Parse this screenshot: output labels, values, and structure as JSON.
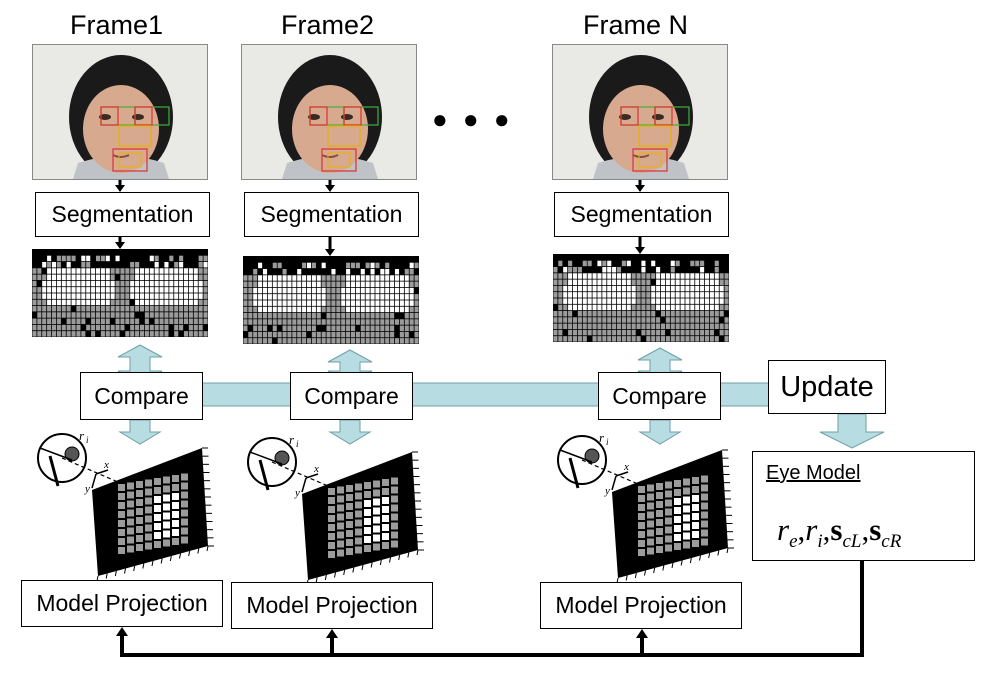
{
  "frames": [
    {
      "title": "Frame1",
      "segmentation_label": "Segmentation",
      "compare_label": "Compare",
      "projection_label": "Model Projection"
    },
    {
      "title": "Frame2",
      "segmentation_label": "Segmentation",
      "compare_label": "Compare",
      "projection_label": "Model Projection"
    },
    {
      "title": "Frame N",
      "segmentation_label": "Segmentation",
      "compare_label": "Compare",
      "projection_label": "Model Projection"
    }
  ],
  "ellipsis": "● ● ●",
  "update_label": "Update",
  "eye_model": {
    "title": "Eye Model",
    "r_e": "r",
    "sub_e": "e",
    "r_i": "r",
    "sub_i": "i",
    "s_cL": "s",
    "sub_cL": "cL",
    "s_cR": "s",
    "sub_cR": "cR",
    "comma": ","
  },
  "axis_labels": {
    "r_i": "r",
    "sub_i": "i",
    "x": "x",
    "y": "y"
  },
  "colors": {
    "connector": "#b7dde2",
    "connector_stroke": "#6e9fa6",
    "feedback_line": "#000000",
    "segment_white": "#ffffff",
    "segment_gray": "#9b9b9b",
    "segment_black": "#000000",
    "roi_red": "#e03030",
    "roi_green": "#3cb43c",
    "roi_yellow": "#e8b000"
  }
}
